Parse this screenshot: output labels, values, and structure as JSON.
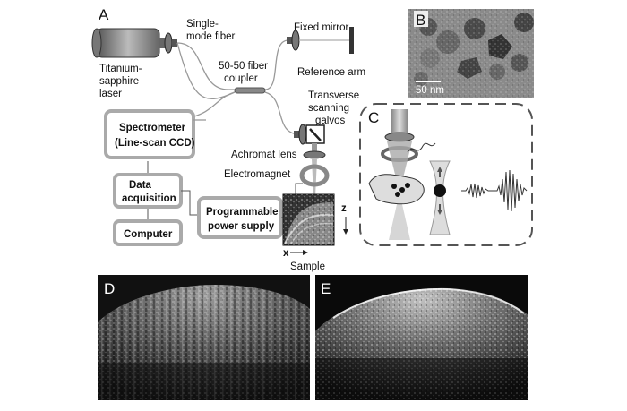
{
  "panels": {
    "a": "A",
    "b": "B",
    "c": "C",
    "d": "D",
    "e": "E"
  },
  "panel_a": {
    "fiber": [
      "Single-",
      "mode fiber"
    ],
    "laser": [
      "Titanium-",
      "sapphire",
      "laser"
    ],
    "coupler": [
      "50-50 fiber",
      "coupler"
    ],
    "fixed_mirror": "Fixed mirror",
    "reference_arm": "Reference arm",
    "galvos": [
      "Transverse",
      "scanning",
      "galvos"
    ],
    "spectrometer": [
      "Spectrometer",
      "(Line-scan CCD)"
    ],
    "achromat": "Achromat lens",
    "electromagnet": "Electromagnet",
    "daq": [
      "Data",
      "acquisition"
    ],
    "computer": "Computer",
    "power_supply": [
      "Programmable",
      "power supply"
    ],
    "z": "z",
    "x": "x",
    "sample": "Sample"
  },
  "panel_b": {
    "scale": "50 nm"
  }
}
